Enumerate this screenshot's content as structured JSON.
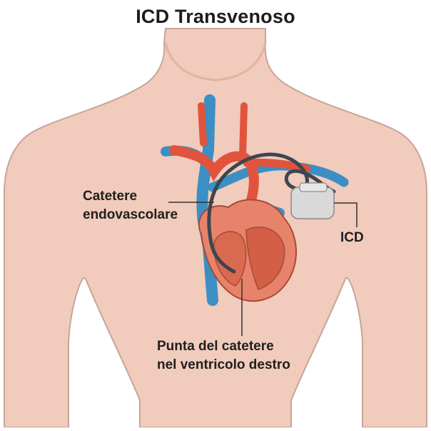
{
  "title": "ICD Transvenoso",
  "labels": {
    "catheter_line1": "Catetere",
    "catheter_line2": "endovascolare",
    "icd": "ICD",
    "tip_line1": "Punta del catetere",
    "tip_line2": "nel ventricolo destro"
  },
  "colors": {
    "skin": "#f1cbbc",
    "skin_outline": "#c9a497",
    "artery": "#e2533e",
    "vein": "#3c8fc4",
    "heart": "#e7836a",
    "device": "#d9d9d9",
    "lead": "#3d4550"
  }
}
